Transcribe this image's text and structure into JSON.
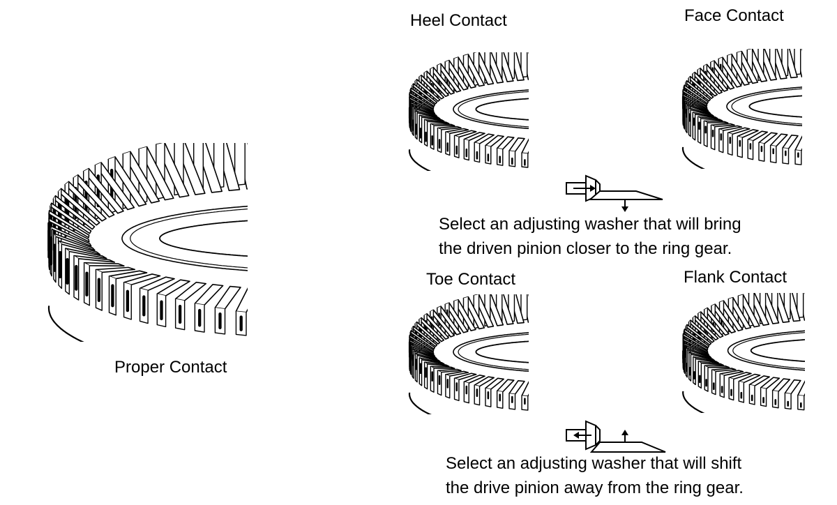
{
  "labels": {
    "proper": "Proper Contact",
    "heel": "Heel Contact",
    "face": "Face Contact",
    "toe": "Toe Contact",
    "flank": "Flank Contact"
  },
  "instructions": {
    "closer": {
      "line1": "Select an adjusting washer that will bring",
      "line2": "the driven pinion closer to the ring gear."
    },
    "away": {
      "line1": "Select an adjusting washer that will shift",
      "line2": "the drive pinion away from the ring gear."
    }
  }
}
